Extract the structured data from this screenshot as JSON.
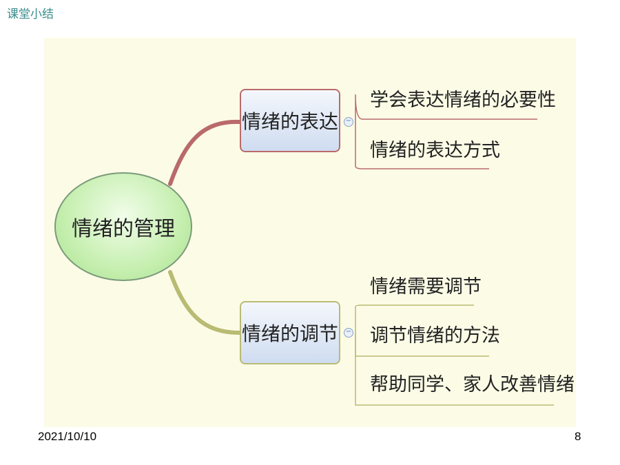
{
  "slide": {
    "title": "课堂小结",
    "date": "2021/10/10",
    "page_number": "8"
  },
  "mindmap": {
    "central": "情绪的管理",
    "branches": [
      {
        "label": "情绪的表达",
        "color": "#b96a6a",
        "children": [
          "学会表达情绪的必要性",
          "情绪的表达方式"
        ]
      },
      {
        "label": "情绪的调节",
        "color": "#b8bb72",
        "children": [
          "情绪需要调节",
          "调节情绪的方法",
          "帮助同学、家人改善情绪"
        ]
      }
    ],
    "toggle_symbol": "−"
  }
}
